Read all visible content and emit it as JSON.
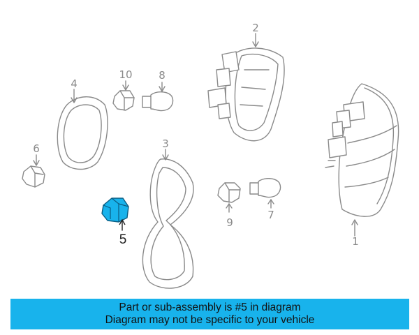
{
  "diagram": {
    "highlight_color": "#18b3ec",
    "callouts": [
      {
        "id": "1",
        "label": "1",
        "part": "tail-lamp-assembly"
      },
      {
        "id": "2",
        "label": "2",
        "part": "lamp-housing"
      },
      {
        "id": "3",
        "label": "3",
        "part": "lens-gasket"
      },
      {
        "id": "4",
        "label": "4",
        "part": "housing-gasket"
      },
      {
        "id": "5",
        "label": "5",
        "part": "socket",
        "highlighted": true
      },
      {
        "id": "6",
        "label": "6",
        "part": "nut"
      },
      {
        "id": "7",
        "label": "7",
        "part": "bulb"
      },
      {
        "id": "8",
        "label": "8",
        "part": "bulb"
      },
      {
        "id": "9",
        "label": "9",
        "part": "socket"
      },
      {
        "id": "10",
        "label": "10",
        "part": "socket"
      }
    ]
  },
  "banner": {
    "color": "#18b3ec",
    "line1": "Part or sub-assembly is #5 in diagram",
    "line2": "Diagram may not be specific to your vehicle"
  }
}
